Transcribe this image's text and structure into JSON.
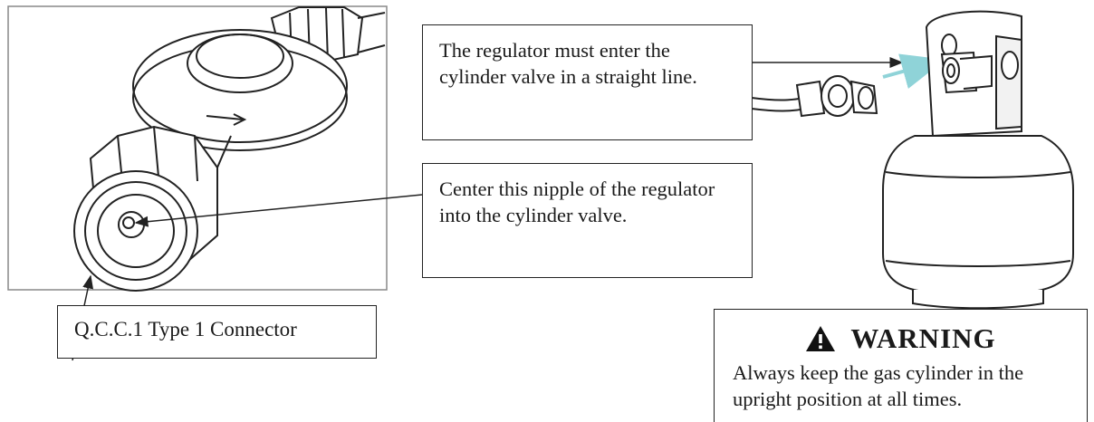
{
  "callouts": {
    "regulator_entry": "The regulator must enter the cylinder valve in a straight line.",
    "center_nipple": "Center this nipple of the regulator into the cylinder valve.",
    "connector_type": "Q.C.C.1 Type 1 Connector"
  },
  "warning": {
    "icon": "warning-triangle-icon",
    "title": "WARNING",
    "text": "Always keep the gas cylinder in the upright position at all times."
  },
  "colors": {
    "line": "#222222",
    "arrow_cyan": "#8fd3d8"
  }
}
